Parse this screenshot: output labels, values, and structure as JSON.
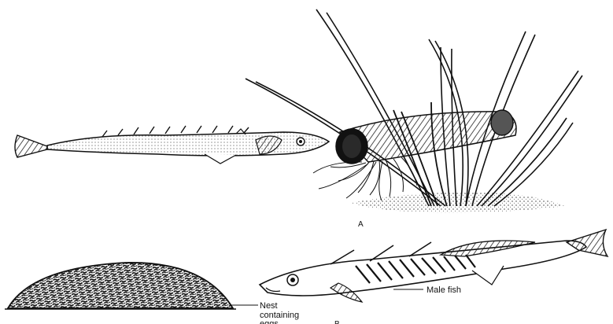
{
  "panels": [
    {
      "label": "A"
    },
    {
      "label": "B"
    }
  ],
  "annotations": {
    "nest_line1": "Nest",
    "nest_line2": "containing",
    "nest_line3": "eggs",
    "male_fish": "Male fish"
  },
  "colors": {
    "ink": "#111111",
    "background": "#ffffff"
  }
}
